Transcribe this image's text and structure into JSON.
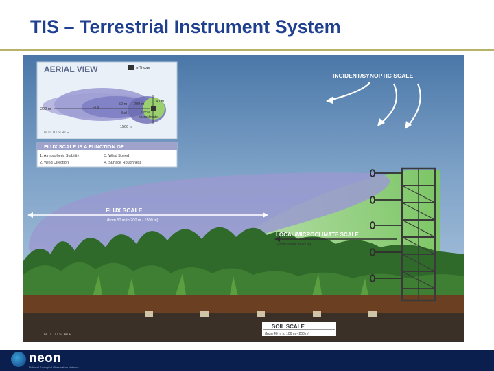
{
  "slide": {
    "title": "TIS – Terrestrial Instrument System"
  },
  "colors": {
    "title": "#1f3f8f",
    "sky_top": "#4a77a8",
    "flux_scale": "#9a9ad0",
    "microclimate": "#8ed06a",
    "footer": "#0a1f4d"
  },
  "diagram": {
    "incident_scale": "INCIDENT/SYNOPTIC SCALE",
    "aerial": {
      "title": "AERIAL VIEW",
      "tower_legend": "= Tower",
      "d200": "200 m",
      "d50": "50 m",
      "d200b": "200 m",
      "d40": "40 m",
      "flux": "Flux",
      "soil": "Soil",
      "local_a": "Local/",
      "local_b": "Microclimate",
      "d1500": "1500 m",
      "scale_note": "NOT TO SCALE"
    },
    "flux_function": {
      "title": "FLUX SCALE IS A FUNCTION OF:",
      "f1": "1. Atmospheric Stability",
      "f2": "2. Wind Direction",
      "f3": "3. Wind Speed",
      "f4": "4. Surface Roughness"
    },
    "flux_scale": {
      "label": "FLUX SCALE",
      "range": "(from 50 m to 200 m - 1500 m)"
    },
    "local_scale": {
      "label": "LOCAL/MICROCLIMATE SCALE",
      "range": "(from tower to 40 m)"
    },
    "soil_scale": {
      "label": "SOIL SCALE",
      "range": "(from 40 m to 100 m - 200 m)"
    },
    "scale_note_bottom": "NOT TO SCALE"
  },
  "footer": {
    "logo_word": "neon",
    "logo_tagline": "National Ecological Observatory Network"
  }
}
